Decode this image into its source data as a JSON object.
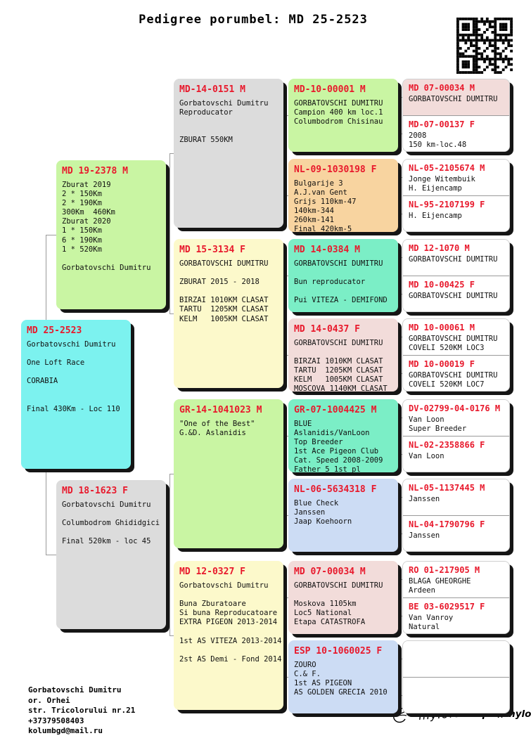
{
  "page": {
    "title": "Pedigree porumbel: MD 25-2523",
    "footer_contact": "Gorbatovschi Dumitru\nor. Orhei\nstr. Tricolorului nr.21\n+37379508403\nkolumbgd@mail.ru",
    "brand": {
      "logo_text": "myloft",
      "url": "https://myloft.ro",
      "logo_icon": "pigeon-sketch-icon"
    },
    "qr_icon": "qr-code"
  },
  "colors": {
    "cyan": "#7cf2ef",
    "green": "#c9f5a3",
    "gray": "#dcdcdc",
    "yellow": "#fcf9cb",
    "orange": "#f8d4a0",
    "mint": "#7beec6",
    "pink": "#f2dcda",
    "blue": "#ccdcf4",
    "white": "#ffffff",
    "ring_red": "#e8192c",
    "connector_gray": "#9a9a9a"
  },
  "pedigree": {
    "subject": {
      "ring": "MD 25-2523",
      "color": "cyan",
      "text": "Gorbatovschi Dumitru\n\nOne Loft Race\n\nCORABIA\n\n\nFinal 430Km - Loc 110"
    },
    "generation2": [
      {
        "ring": "MD 19-2378 M",
        "color": "green",
        "text": "Zburat 2019\n2 * 150Km\n2 * 190Km\n300Km  460Km\nZburat 2020\n1 * 150Km\n6 * 190Km\n1 * 520Km\n\nGorbatovschi Dumitru"
      },
      {
        "ring": "MD 18-1623 F",
        "color": "gray",
        "text": "Gorbatovschi Dumitru\n\nColumbodrom Ghididgici\n\nFinal 520km - loc 45"
      }
    ],
    "generation3": [
      {
        "ring": "MD-14-0151 M",
        "color": "gray",
        "text": "Gorbatovschi Dumitru\nReproducator\n\n\nZBURAT 550KM"
      },
      {
        "ring": "MD 15-3134 F",
        "color": "yellow",
        "text": "GORBATOVSCHI DUMITRU\n\nZBURAT 2015 - 2018\n\nBIRZAI 1010KM CLASAT\nTARTU  1205KM CLASAT\nKELM   1005KM CLASAT"
      },
      {
        "ring": "GR-14-1041023 M",
        "color": "green",
        "text": "\"One of the Best\"\nG.&D. Aslanidis"
      },
      {
        "ring": "MD 12-0327 F",
        "color": "yellow",
        "text": "Gorbatovschi Dumitru\n\nBuna Zburatoare\nSi buna Reproducatoare\nEXTRA PIGEON 2013-2014\n\n1st AS VITEZA 2013-2014\n\n2st AS Demi - Fond 2014"
      }
    ],
    "generation4": [
      {
        "ring": "MD-10-00001 M",
        "color": "green",
        "text": "GORBATOVSCHI DUMITRU\nCampion 400 km loc.1\nColumbodrom Chisinau"
      },
      {
        "ring": "NL-09-1030198 F",
        "color": "orange",
        "text": "Bulgarije 3\nA.J.van Gent\nGrijs 110km-47\n140km-344\n260km-141\nFinal 420km-5"
      },
      {
        "ring": "MD 14-0384 M",
        "color": "mint",
        "text": "GORBATOVSCHI DUMITRU\n\nBun reproducator\n\nPui VITEZA - DEMIFOND"
      },
      {
        "ring": "MD 14-0437 F",
        "color": "pink",
        "text": "GORBATOVSCHI DUMITRU\n\nBIRZAI 1010KM CLASAT\nTARTU  1205KM CLASAT\nKELM   1005KM CLASAT\nMOSCOVA 1140KM CLASAT"
      },
      {
        "ring": "GR-07-1004425 M",
        "color": "mint",
        "text": "BLUE\nAslanidis/VanLoon\nTop Breeder\n1st Ace Pigeon Club\nCat. Speed 2008-2009\nFather 5 1st pl"
      },
      {
        "ring": "NL-06-5634318 F",
        "color": "blue",
        "text": "Blue Check\nJanssen\nJaap Koehoorn"
      },
      {
        "ring": "MD 07-00034 M",
        "color": "pink",
        "text": "GORBATOVSCHI DUMITRU\n\nMoskova 1105km\nLoc5 National\nEtapa CATASTROFA"
      },
      {
        "ring": "ESP 10-1060025 F",
        "color": "blue",
        "text": "ZOURO\nC.& F.\n1st AS PIGEON\nAS GOLDEN GRECIA 2010"
      }
    ],
    "generation5_pairs": [
      [
        {
          "ring": "MD 07-00034 M",
          "color": "pink",
          "text": "GORBATOVSCHI DUMITRU"
        },
        {
          "ring": "MD-07-00137 F",
          "color": "white",
          "text": "2008\n150 km-loc.48"
        }
      ],
      [
        {
          "ring": "NL-05-2105674 M",
          "color": "white",
          "text": "Jonge Witembuik\nH. Eijencamp"
        },
        {
          "ring": "NL-95-2107199 F",
          "color": "white",
          "text": "H. Eijencamp"
        }
      ],
      [
        {
          "ring": "MD 12-1070 M",
          "color": "white",
          "text": "GORBATOVSCHI DUMITRU"
        },
        {
          "ring": "MD 10-00425 F",
          "color": "white",
          "text": "GORBATOVSCHI DUMITRU"
        }
      ],
      [
        {
          "ring": "MD 10-00061 M",
          "color": "white",
          "text": "GORBATOVSCHI DUMITRU\nCOVELI 520KM LOC3"
        },
        {
          "ring": "MD 10-00019 F",
          "color": "white",
          "text": "GORBATOVSCHI DUMITRU\nCOVELI 520KM LOC7"
        }
      ],
      [
        {
          "ring": "DV-02799-04-0176 M",
          "color": "white",
          "text": "Van Loon\nSuper Breeder"
        },
        {
          "ring": "NL-02-2358866 F",
          "color": "white",
          "text": "Van Loon"
        }
      ],
      [
        {
          "ring": "NL-05-1137445 M",
          "color": "white",
          "text": "Janssen"
        },
        {
          "ring": "NL-04-1790796 F",
          "color": "white",
          "text": "Janssen"
        }
      ],
      [
        {
          "ring": "RO 01-217905 M",
          "color": "white",
          "text": "BLAGA GHEORGHE\nArdeen"
        },
        {
          "ring": "BE 03-6029517 F",
          "color": "white",
          "text": "Van Vanroy\nNatural"
        }
      ],
      [
        {
          "ring": "",
          "color": "white",
          "text": ""
        },
        {
          "ring": "",
          "color": "white",
          "text": ""
        }
      ]
    ]
  }
}
